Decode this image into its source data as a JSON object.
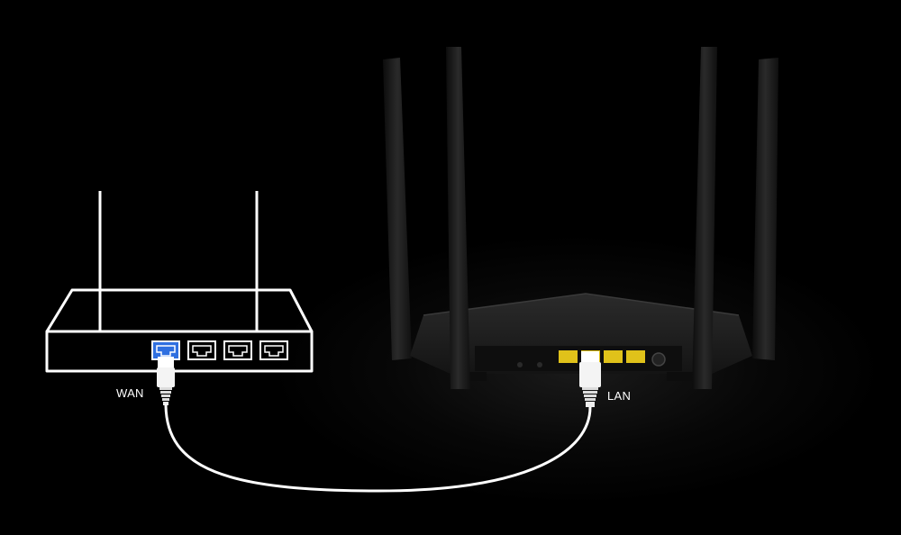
{
  "labels": {
    "wan": "WAN",
    "lan": "LAN"
  },
  "colors": {
    "background": "#000000",
    "outline": "#ffffff",
    "wan_port": "#2f6fe0",
    "lan_ports": "#f2d21b",
    "router_body": "#1c1c1c"
  },
  "diagram": {
    "left_device": "modem-outline-icon",
    "right_device": "wireless-router",
    "connection": "ethernet-cable"
  }
}
